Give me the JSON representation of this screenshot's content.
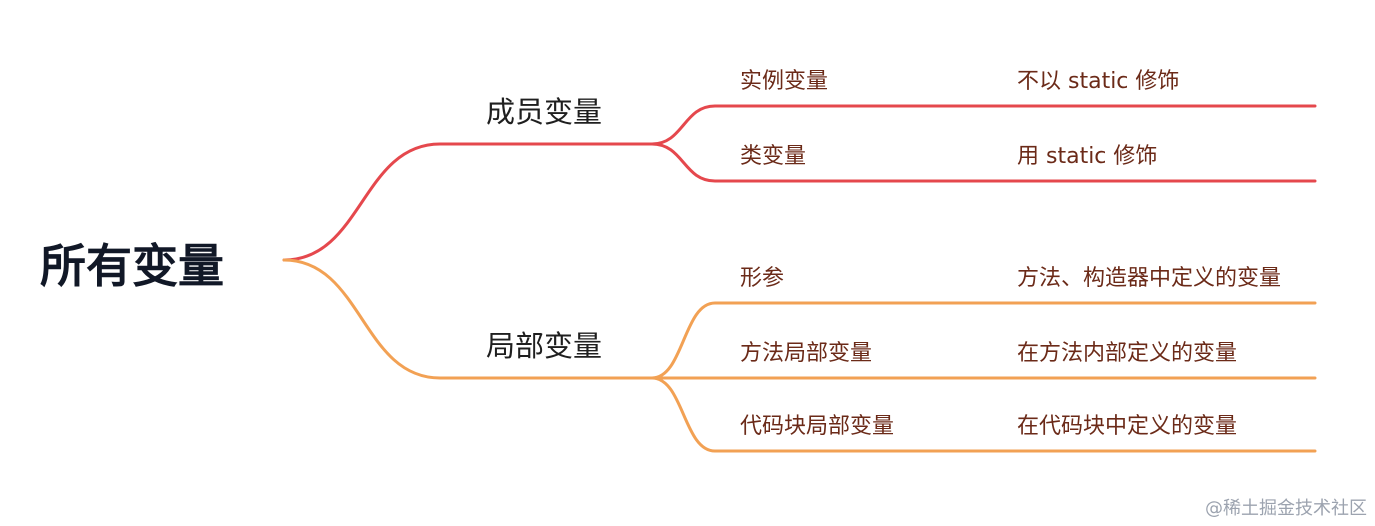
{
  "root": {
    "label": "所有变量"
  },
  "branches": [
    {
      "label": "成员变量",
      "color": "#e5484d",
      "children": [
        {
          "label": "实例变量",
          "description": "不以 static 修饰"
        },
        {
          "label": "类变量",
          "description": "用 static 修饰"
        }
      ]
    },
    {
      "label": "局部变量",
      "color": "#f2a154",
      "children": [
        {
          "label": "形参",
          "description": "方法、构造器中定义的变量"
        },
        {
          "label": "方法局部变量",
          "description": "在方法内部定义的变量"
        },
        {
          "label": "代码块局部变量",
          "description": "在代码块中定义的变量"
        }
      ]
    }
  ],
  "watermark": "@稀土掘金技术社区"
}
